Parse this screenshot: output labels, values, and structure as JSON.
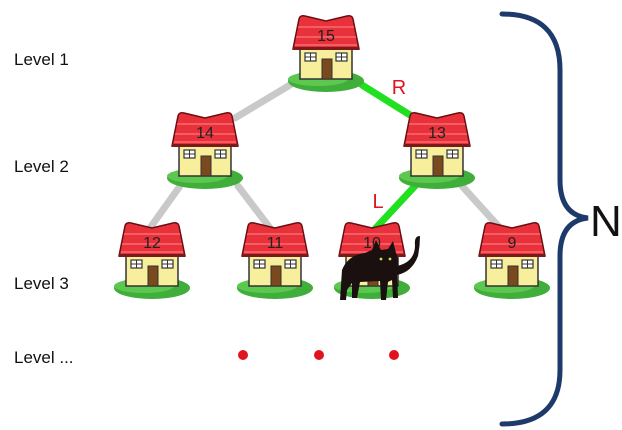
{
  "levels": {
    "l1": "Level 1",
    "l2": "Level 2",
    "l3": "Level 3",
    "l4": "Level ..."
  },
  "nodes": {
    "n15": "15",
    "n14": "14",
    "n13": "13",
    "n12": "12",
    "n11": "11",
    "n10": "10",
    "n9": "9"
  },
  "edges": {
    "right_label": "R",
    "left_label": "L"
  },
  "brace": {
    "label": "N"
  },
  "colors": {
    "roof": "#e8313a",
    "wall": "#f7ef9b",
    "grass": "#3fae3a",
    "edge_default": "#c9c9c9",
    "edge_highlight": "#20e020",
    "edge_text": "#e0141e",
    "dots": "#e0141e",
    "brace": "#1d3a6b",
    "cat": "#1a1010"
  },
  "icons": [
    "house-icon",
    "cat-icon",
    "ellipsis-dots"
  ]
}
